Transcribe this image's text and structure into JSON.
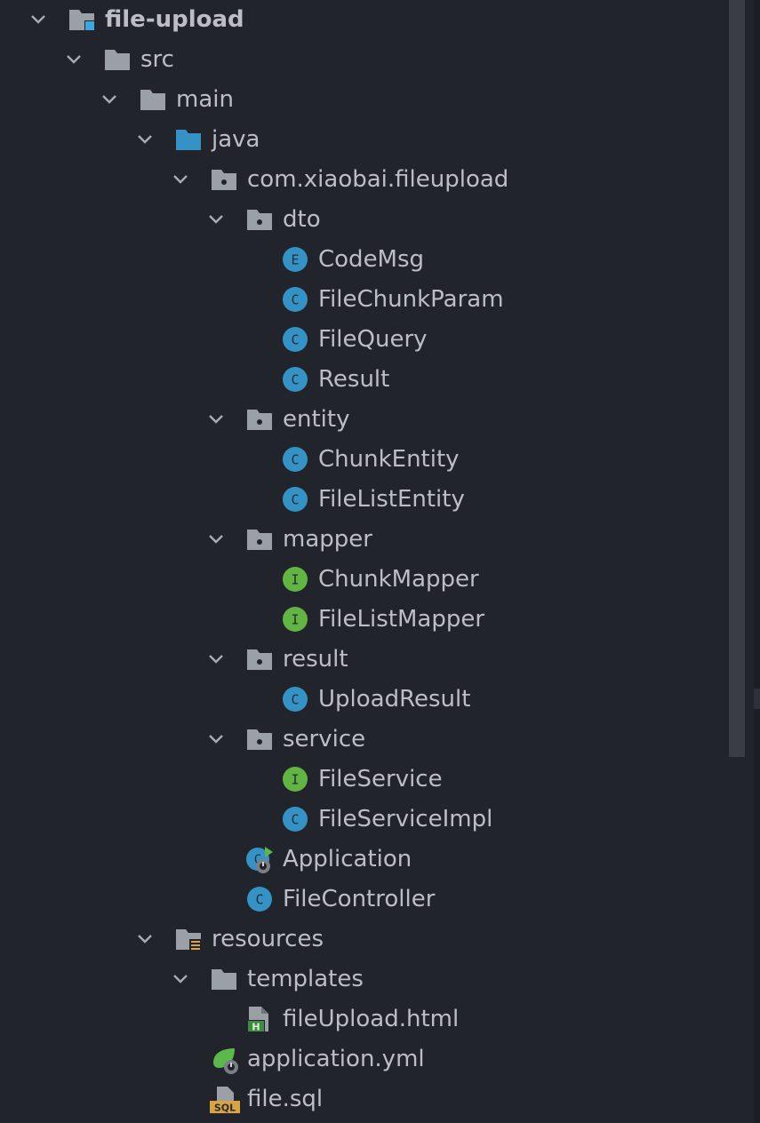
{
  "project_tree": {
    "items": [
      {
        "label": "file-upload",
        "icon": "module-folder-icon",
        "bold": true
      },
      {
        "label": "src",
        "icon": "folder-icon"
      },
      {
        "label": "main",
        "icon": "folder-icon"
      },
      {
        "label": "java",
        "icon": "source-folder-icon"
      },
      {
        "label": "com.xiaobai.fileupload",
        "icon": "package-icon"
      },
      {
        "label": "dto",
        "icon": "package-icon"
      },
      {
        "label": "CodeMsg",
        "icon": "enum-icon",
        "badge": "E"
      },
      {
        "label": "FileChunkParam",
        "icon": "class-icon",
        "badge": "C"
      },
      {
        "label": "FileQuery",
        "icon": "class-icon",
        "badge": "C"
      },
      {
        "label": "Result",
        "icon": "class-icon",
        "badge": "C"
      },
      {
        "label": "entity",
        "icon": "package-icon"
      },
      {
        "label": "ChunkEntity",
        "icon": "class-icon",
        "badge": "C"
      },
      {
        "label": "FileListEntity",
        "icon": "class-icon",
        "badge": "C"
      },
      {
        "label": "mapper",
        "icon": "package-icon"
      },
      {
        "label": "ChunkMapper",
        "icon": "interface-icon",
        "badge": "I"
      },
      {
        "label": "FileListMapper",
        "icon": "interface-icon",
        "badge": "I"
      },
      {
        "label": "result",
        "icon": "package-icon"
      },
      {
        "label": "UploadResult",
        "icon": "class-icon",
        "badge": "C"
      },
      {
        "label": "service",
        "icon": "package-icon"
      },
      {
        "label": "FileService",
        "icon": "interface-icon",
        "badge": "I"
      },
      {
        "label": "FileServiceImpl",
        "icon": "class-icon",
        "badge": "C"
      },
      {
        "label": "Application",
        "icon": "spring-boot-app-icon",
        "badge": "C"
      },
      {
        "label": "FileController",
        "icon": "class-icon",
        "badge": "C"
      },
      {
        "label": "resources",
        "icon": "resources-folder-icon"
      },
      {
        "label": "templates",
        "icon": "folder-icon"
      },
      {
        "label": "fileUpload.html",
        "icon": "html-file-icon",
        "badge": "H"
      },
      {
        "label": "application.yml",
        "icon": "spring-config-icon"
      },
      {
        "label": "file.sql",
        "icon": "sql-file-icon",
        "badge": "SQL"
      }
    ]
  },
  "colors": {
    "background": "#21252b",
    "text": "#bcbec4",
    "class_icon": "#3592c4",
    "interface_icon": "#62b543",
    "folder_icon": "#9aa0a6",
    "source_folder_icon": "#3592c4",
    "sql_badge": "#d9a343"
  }
}
